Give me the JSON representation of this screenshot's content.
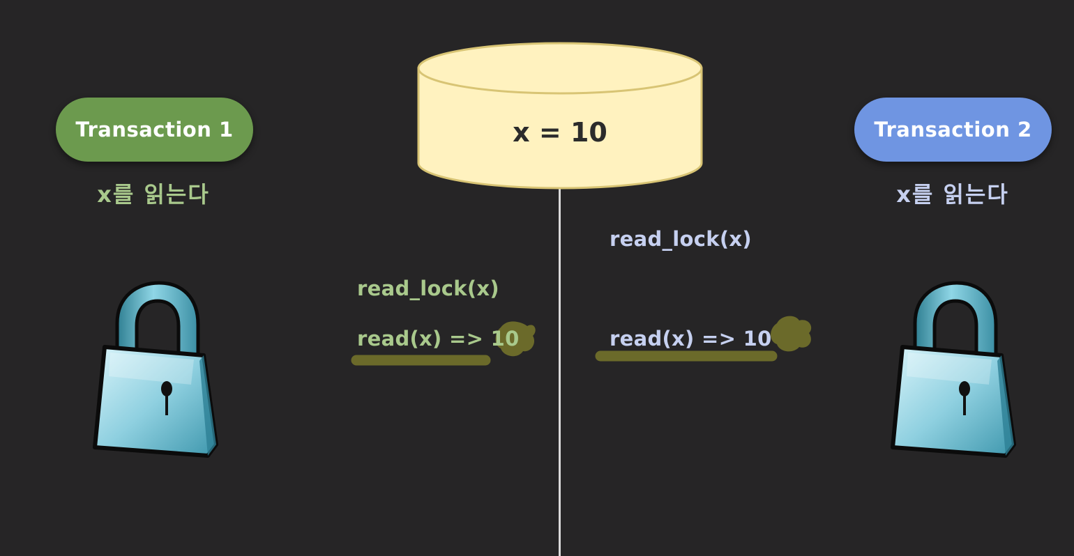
{
  "colors": {
    "background": "#262526",
    "t1_accent": "#6c9a4e",
    "t2_accent": "#6f95e2",
    "t1_text": "#a9c98c",
    "t2_text": "#c6d0f0",
    "database_fill": "#fff2bf",
    "database_stroke": "#d8c474",
    "highlight": "#6b6a2a",
    "divider": "#d9d9d9"
  },
  "database": {
    "label": "x = 10",
    "icon": "database-cylinder-icon"
  },
  "transaction1": {
    "title": "Transaction 1",
    "subcaption": "x를 읽는다",
    "icon": "padlock-icon",
    "operations": [
      {
        "text": "read_lock(x)",
        "highlighted": false
      },
      {
        "text": "read(x) => 10",
        "highlighted": true
      }
    ]
  },
  "transaction2": {
    "title": "Transaction 2",
    "subcaption": "x를 읽는다",
    "icon": "padlock-icon",
    "operations": [
      {
        "text": "read_lock(x)",
        "highlighted": false
      },
      {
        "text": "read(x) => 10",
        "highlighted": true
      }
    ]
  }
}
